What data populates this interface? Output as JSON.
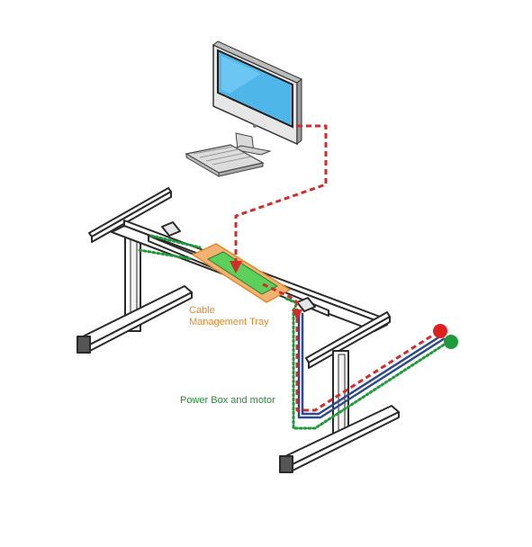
{
  "labels": {
    "tray_line1": "Cable",
    "tray_line2": "Management Tray",
    "motor": "Power Box and motor"
  },
  "colors": {
    "tray_label": "#e08a2c",
    "motor_label": "#2a8a3a",
    "data_cable": "#d62b2b",
    "power_cable": "#2f4b8f",
    "motor_cable": "#1f9a3a",
    "tray_fill": "#f3b270",
    "tray_insert": "#5bd15b",
    "screen": "#4fb6ea",
    "frame": "#2a2a2a"
  },
  "icons": {
    "computer": "monitor-icon",
    "keyboard": "keyboard-icon",
    "red_plug": "red-cable-end-icon",
    "green_plug": "green-cable-end-icon"
  }
}
